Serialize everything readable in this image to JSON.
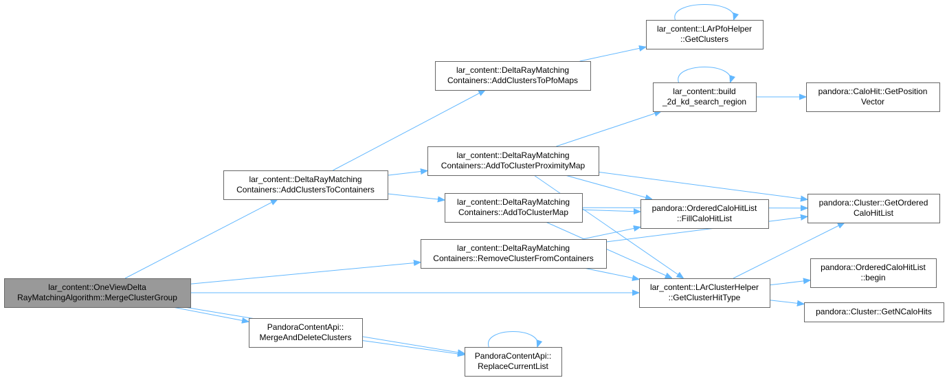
{
  "nodes": [
    {
      "id": "root",
      "lines": [
        "lar_content::OneViewDelta",
        "RayMatchingAlgorithm::MergeClusterGroup"
      ],
      "root": true
    },
    {
      "id": "addClustersToContainers",
      "lines": [
        "lar_content::DeltaRayMatching",
        "Containers::AddClustersToContainers"
      ]
    },
    {
      "id": "removeClusterFromContainers",
      "lines": [
        "lar_content::DeltaRayMatching",
        "Containers::RemoveClusterFromContainers"
      ]
    },
    {
      "id": "getClusterHitType",
      "lines": [
        "lar_content::LArClusterHelper",
        "::GetClusterHitType"
      ]
    },
    {
      "id": "mergeAndDelete",
      "lines": [
        "PandoraContentApi::",
        "MergeAndDeleteClusters"
      ]
    },
    {
      "id": "replaceCurrentList",
      "lines": [
        "PandoraContentApi::",
        "ReplaceCurrentList"
      ]
    },
    {
      "id": "addClustersToPfoMaps",
      "lines": [
        "lar_content::DeltaRayMatching",
        "Containers::AddClustersToPfoMaps"
      ]
    },
    {
      "id": "addToClusterProximityMap",
      "lines": [
        "lar_content::DeltaRayMatching",
        "Containers::AddToClusterProximityMap"
      ]
    },
    {
      "id": "addToClusterMap",
      "lines": [
        "lar_content::DeltaRayMatching",
        "Containers::AddToClusterMap"
      ]
    },
    {
      "id": "getClusters",
      "lines": [
        "lar_content::LArPfoHelper",
        "::GetClusters"
      ]
    },
    {
      "id": "build2dKd",
      "lines": [
        "lar_content::build",
        "_2d_kd_search_region"
      ]
    },
    {
      "id": "fillCaloHitList",
      "lines": [
        "pandora::OrderedCaloHitList",
        "::FillCaloHitList"
      ]
    },
    {
      "id": "getOrderedCaloHitList",
      "lines": [
        "pandora::Cluster::GetOrdered",
        "CaloHitList"
      ]
    },
    {
      "id": "getPositionVector",
      "lines": [
        "pandora::CaloHit::GetPosition",
        "Vector"
      ]
    },
    {
      "id": "begin",
      "lines": [
        "pandora::OrderedCaloHitList",
        "::begin"
      ]
    },
    {
      "id": "getNCaloHits",
      "lines": [
        "pandora::Cluster::GetNCaloHits"
      ]
    }
  ],
  "edges": [
    [
      "root",
      "addClustersToContainers"
    ],
    [
      "root",
      "removeClusterFromContainers"
    ],
    [
      "root",
      "getClusterHitType"
    ],
    [
      "root",
      "mergeAndDelete"
    ],
    [
      "root",
      "replaceCurrentList"
    ],
    [
      "addClustersToContainers",
      "addClustersToPfoMaps"
    ],
    [
      "addClustersToContainers",
      "addToClusterProximityMap"
    ],
    [
      "addClustersToContainers",
      "addToClusterMap"
    ],
    [
      "addClustersToPfoMaps",
      "getClusters"
    ],
    [
      "getClusters",
      "getClusters"
    ],
    [
      "addToClusterProximityMap",
      "build2dKd"
    ],
    [
      "addToClusterProximityMap",
      "fillCaloHitList"
    ],
    [
      "addToClusterProximityMap",
      "getOrderedCaloHitList"
    ],
    [
      "addToClusterProximityMap",
      "getClusterHitType"
    ],
    [
      "build2dKd",
      "build2dKd"
    ],
    [
      "build2dKd",
      "getPositionVector"
    ],
    [
      "addToClusterMap",
      "fillCaloHitList"
    ],
    [
      "addToClusterMap",
      "getOrderedCaloHitList"
    ],
    [
      "addToClusterMap",
      "getClusterHitType"
    ],
    [
      "removeClusterFromContainers",
      "fillCaloHitList"
    ],
    [
      "removeClusterFromContainers",
      "getOrderedCaloHitList"
    ],
    [
      "removeClusterFromContainers",
      "getClusterHitType"
    ],
    [
      "getClusterHitType",
      "getOrderedCaloHitList"
    ],
    [
      "getClusterHitType",
      "begin"
    ],
    [
      "getClusterHitType",
      "getNCaloHits"
    ],
    [
      "mergeAndDelete",
      "replaceCurrentList"
    ],
    [
      "replaceCurrentList",
      "replaceCurrentList"
    ]
  ]
}
